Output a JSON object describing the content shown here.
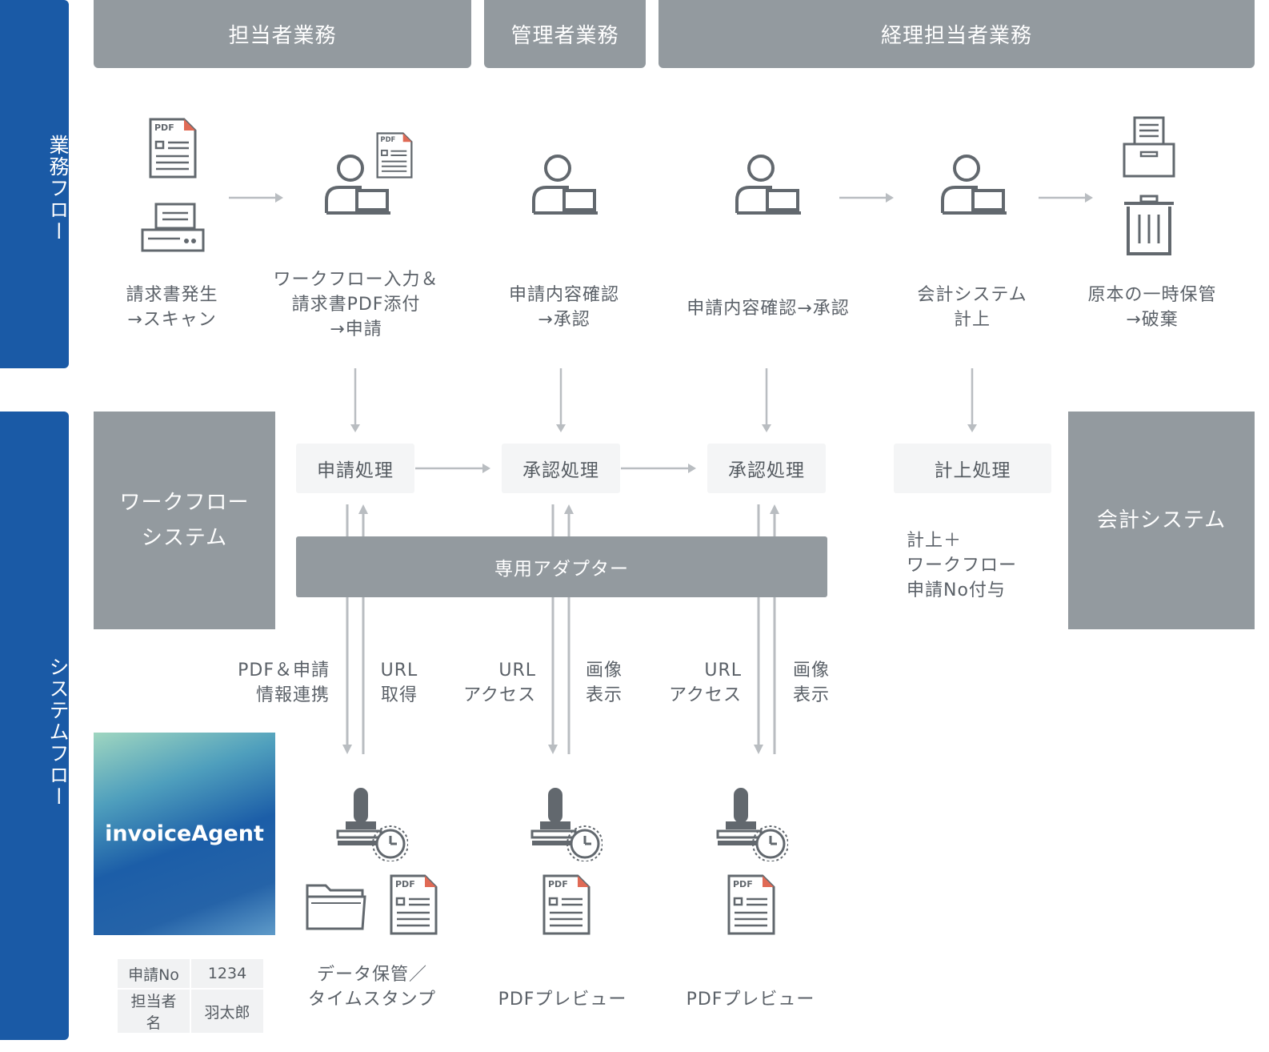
{
  "side": {
    "business_flow": "業務フロー",
    "system_flow": "システムフロー"
  },
  "lanes": [
    "担当者業務",
    "管理者業務",
    "経理担当者業務"
  ],
  "steps": [
    "請求書発生\n→スキャン",
    "ワークフロー入力＆\n請求書PDF添付\n→申請",
    "申請内容確認\n→承認",
    "申請内容確認→承認",
    "会計システム\n計上",
    "原本の一時保管\n→破棄"
  ],
  "systems": {
    "workflow": "ワークフロー\nシステム",
    "accounting": "会計システム"
  },
  "processes": [
    "申請処理",
    "承認処理",
    "承認処理",
    "計上処理"
  ],
  "adapter": "専用アダプター",
  "accounting_note": "計上＋\nワークフロー\n申請No付与",
  "arrow_labels": [
    "PDF＆申請\n情報連携",
    "URL\n取得",
    "URL\nアクセス",
    "画像\n表示",
    "URL\nアクセス",
    "画像\n表示"
  ],
  "logo_text": "invoiceAgent",
  "record_table": [
    [
      "申請No",
      "1234"
    ],
    [
      "担当者名",
      "羽太郎"
    ]
  ],
  "outputs": [
    "データ保管／\nタイムスタンプ",
    "PDFプレビュー",
    "PDFプレビュー"
  ],
  "icons": [
    "pdf-document-icon",
    "scanner-icon",
    "user-with-laptop-icon",
    "filing-box-icon",
    "trash-can-icon",
    "stamp-clock-icon",
    "folder-icon",
    "arrow-right-icon",
    "arrow-down-icon"
  ],
  "colors": {
    "side_blue": "#1a5aa6",
    "header_gray": "#939a9f",
    "icon_gray": "#62686e",
    "arrow_gray": "#b9bdc1",
    "pdf_red": "#e06a55"
  }
}
